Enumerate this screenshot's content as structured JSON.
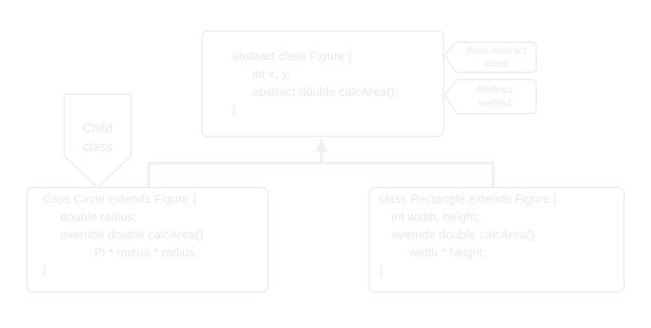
{
  "base_class": {
    "lines": [
      "abstract class Figure {",
      "int x, y;",
      "abstract double calcArea();",
      "}"
    ]
  },
  "callouts": {
    "base": [
      "Base abstract",
      "class"
    ],
    "method": [
      "Abstract",
      "method"
    ]
  },
  "child_marker": [
    "Child",
    "class"
  ],
  "circle_class": {
    "lines": [
      "class Circle extends Figure {",
      "double radius;",
      "override double calcArea()",
      "Pi * radius * radius;",
      "}"
    ]
  },
  "rectangle_class": {
    "lines": [
      "class Rectangle extends Figure {",
      "int width, height;",
      "override double calcArea()",
      "width * height;",
      "}"
    ]
  },
  "colors": {
    "stroke": "#efefef",
    "text": "#e9e9e9",
    "background": "#ffffff"
  }
}
